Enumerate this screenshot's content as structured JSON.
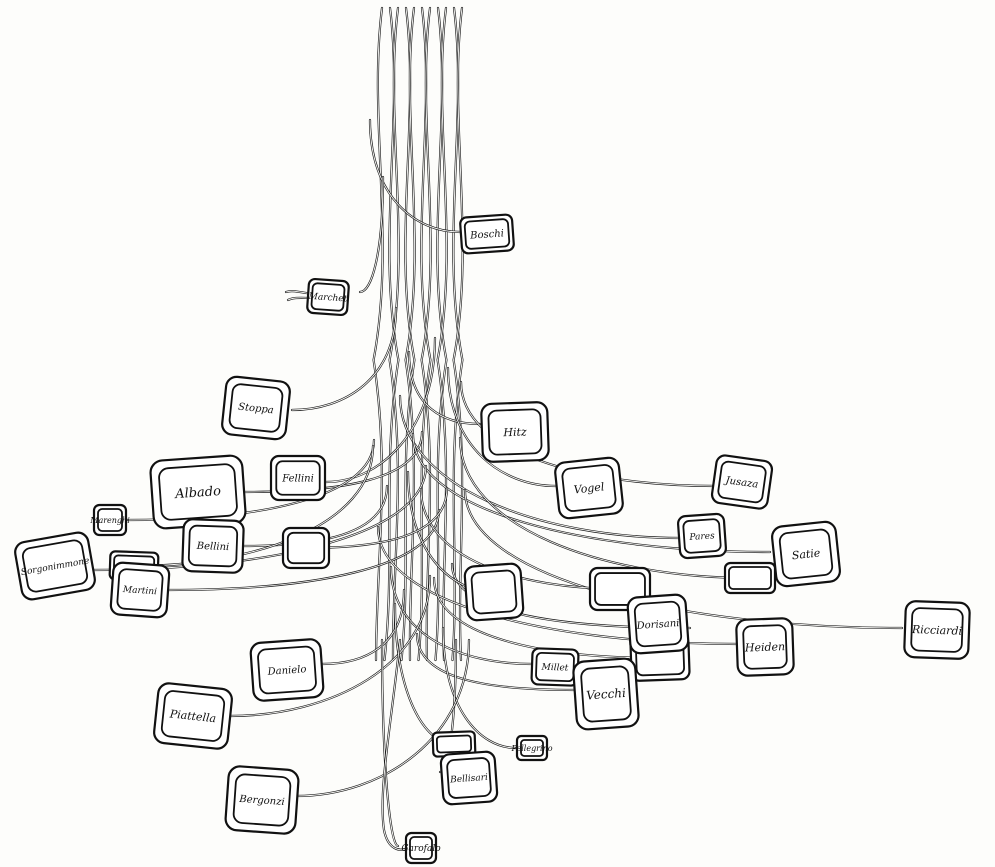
{
  "drawing": {
    "labels": [
      "Boschi",
      "Marchet",
      "Stoppa",
      "Hitz",
      "Albado",
      "Fellini",
      "Vogel",
      "Jusaza",
      "Marenghi",
      "Bellini",
      "Pares",
      "Satie",
      "Sorgonimmone",
      "Martini",
      "Dorisani",
      "Ricciardi",
      "Heiden",
      "Millet",
      "Danielo",
      "Vecchi",
      "Piattella",
      "Pellegrino",
      "Bellisari",
      "Bergonzi",
      "Garofalo"
    ]
  }
}
